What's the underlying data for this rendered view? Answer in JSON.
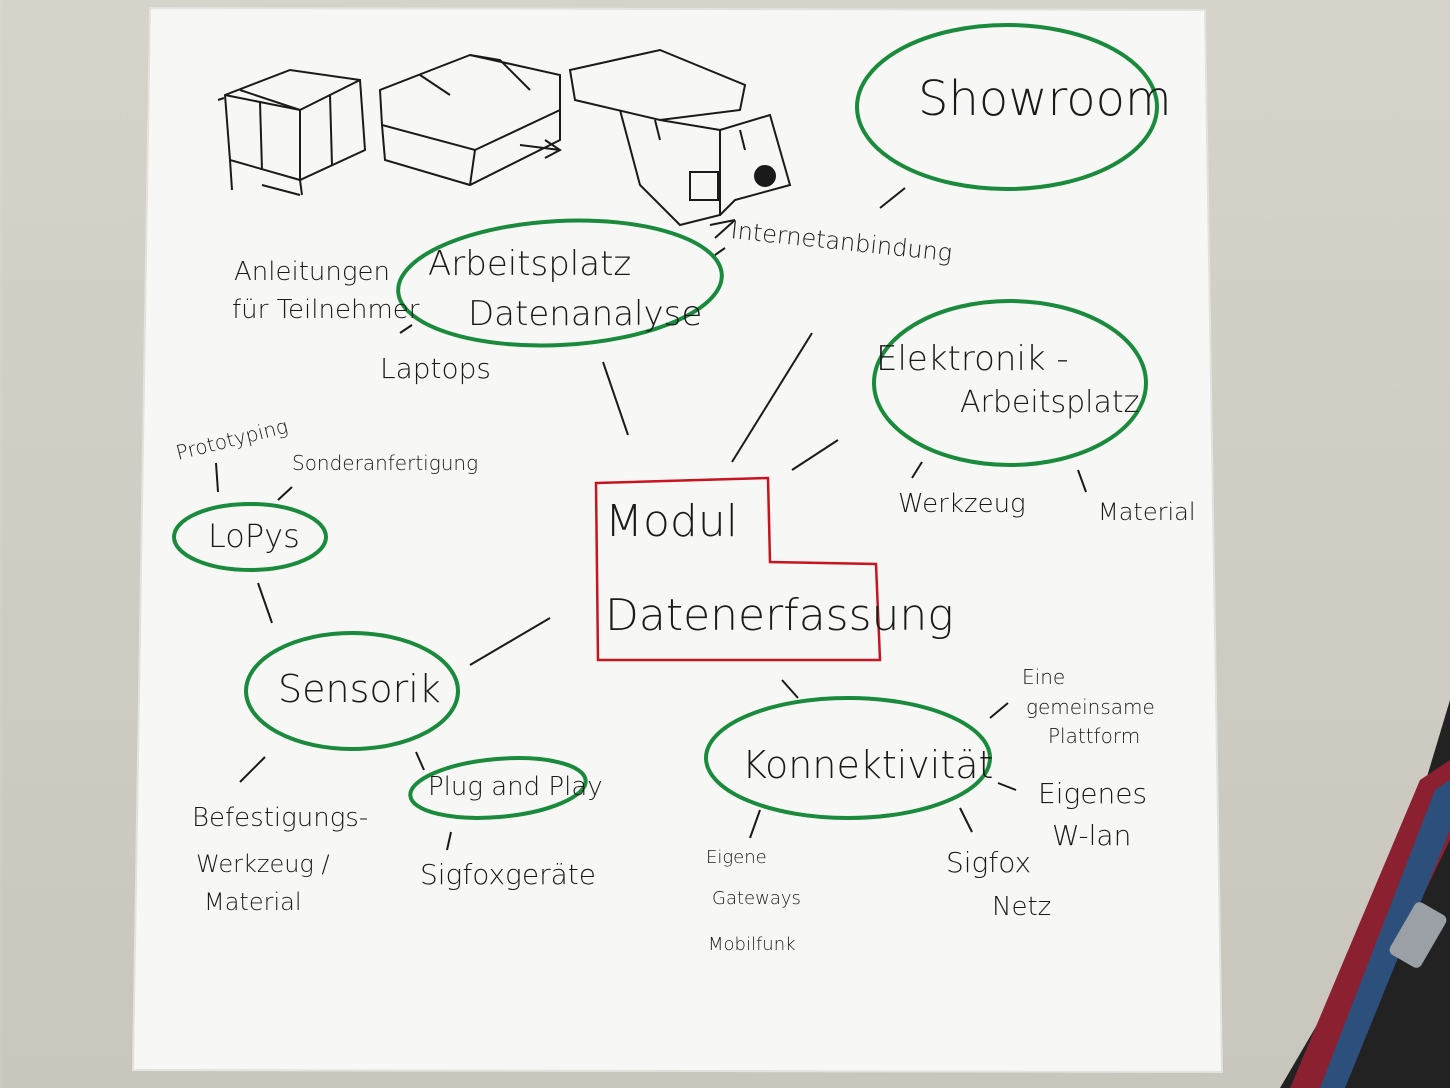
{
  "colors": {
    "ink": "#1a1a1a",
    "green": "#1a8a3c",
    "red": "#c8141e",
    "paper": "#f7f7f5"
  },
  "center": {
    "line1": "Modul",
    "line2": "Datenerfassung"
  },
  "nodes": {
    "showroom": "Showroom",
    "arbeitsplatz_1": "Arbeitsplatz",
    "arbeitsplatz_2": "Datenanalyse",
    "elektronik_1": "Elektronik -",
    "elektronik_2": "Arbeitsplatz",
    "lopys": "LoPys",
    "sensorik": "Sensorik",
    "plug": "Plug and Play",
    "konnektivitaet": "Konnektivität"
  },
  "labels": {
    "internetanbindung": "Internetanbindung",
    "anleitungen_1": "Anleitungen",
    "anleitungen_2": "für Teilnehmer",
    "laptops": "Laptops",
    "werkzeug": "Werkzeug",
    "material": "Material",
    "prototyping": "Prototyping",
    "sonderanfertigung": "Sonderanfertigung",
    "befestigung_1": "Befestigungs-",
    "befestigung_2": "Werkzeug /",
    "befestigung_3": "Material",
    "sigfoxgeraete": "Sigfoxgeräte",
    "eigene_1": "Eigene",
    "eigene_2": "Gateways",
    "eigene_3": "Mobilfunk",
    "sigfox_1": "Sigfox",
    "sigfox_2": "Netz",
    "plattform_1": "Eine",
    "plattform_2": "gemeinsame",
    "plattform_3": "Plattform",
    "wlan_1": "Eigenes",
    "wlan_2": "W-lan"
  }
}
